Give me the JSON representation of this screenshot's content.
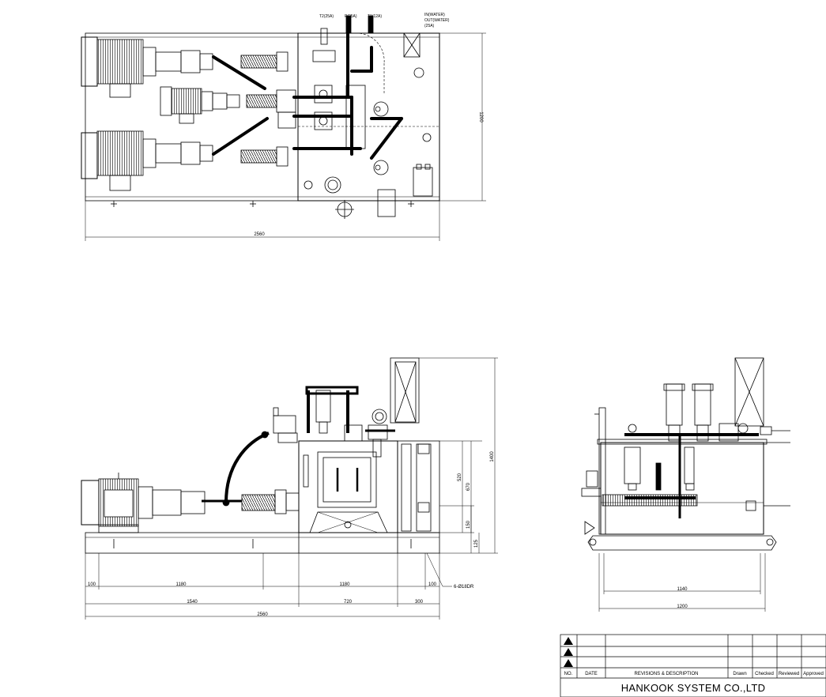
{
  "top_view": {
    "dim_length": "2560",
    "dim_width": "1200",
    "port_t2": "T2(25A)",
    "port_p": "P(25A)",
    "port_t1": "T1(12A)",
    "port_water_in": "IN(WATER)",
    "port_water_out": "OUT(WATER)",
    "port_water_size": "(25A)"
  },
  "front_view": {
    "dim_100_left": "100",
    "dim_1180_a": "1180",
    "dim_1180_b": "1180",
    "dim_100_right": "100",
    "dim_1540": "1540",
    "dim_720": "720",
    "dim_300": "300",
    "dim_total": "2560",
    "dim_520": "520",
    "dim_670": "670",
    "dim_150": "150",
    "dim_125": "125",
    "dim_1400": "1400",
    "hole_note": "6-Ø18DR"
  },
  "side_view": {
    "dim_1140": "1140",
    "dim_1200": "1200"
  },
  "title_block": {
    "col_no": "NO.",
    "col_date": "DATE",
    "col_revisions": "REVISIONS  &  DESCRIPTION",
    "col_drawn": "Drawn",
    "col_checked": "Checked",
    "col_reviewed": "Reviewed",
    "col_approved": "Approved",
    "company": "HANKOOK SYSTEM CO.,LTD"
  }
}
